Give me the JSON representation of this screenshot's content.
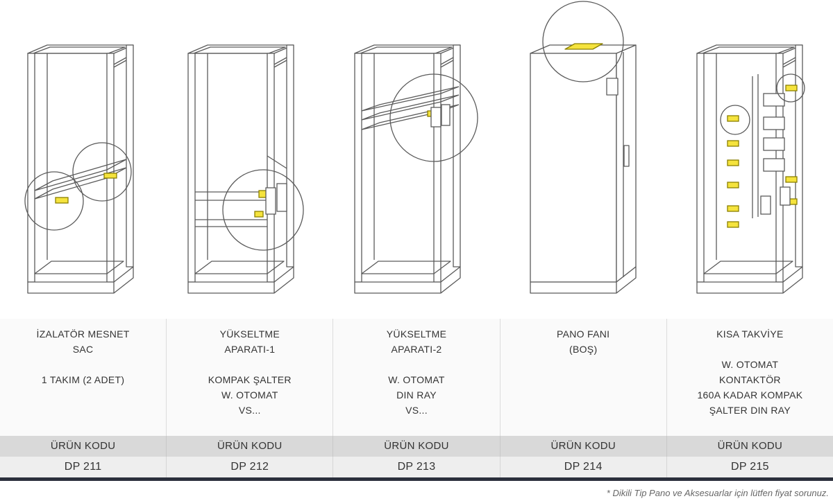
{
  "products": [
    {
      "title": [
        "İZALATÖR MESNET",
        "SAC"
      ],
      "description": [
        "1 TAKIM (2 ADET)"
      ],
      "code_label": "ÜRÜN KODU",
      "code": "DP 211"
    },
    {
      "title": [
        "YÜKSELTME",
        "APARATI-1"
      ],
      "description": [
        "KOMPAK ŞALTER",
        "W. OTOMAT",
        "VS..."
      ],
      "code_label": "ÜRÜN KODU",
      "code": "DP 212"
    },
    {
      "title": [
        "YÜKSELTME",
        "APARATI-2"
      ],
      "description": [
        "W. OTOMAT",
        "DIN RAY",
        "VS..."
      ],
      "code_label": "ÜRÜN KODU",
      "code": "DP 213"
    },
    {
      "title": [
        "PANO FANI",
        "(BOŞ)"
      ],
      "description": [],
      "code_label": "ÜRÜN KODU",
      "code": "DP 214"
    },
    {
      "title": [
        "KISA TAKVİYE"
      ],
      "description": [
        "W. OTOMAT",
        "KONTAKTÖR",
        "160A KADAR KOMPAK",
        "ŞALTER DIN RAY"
      ],
      "code_label": "ÜRÜN KODU",
      "code": "DP 215"
    }
  ],
  "footnote": "* Dikili Tip Pano ve Aksesuarlar için lütfen fiyat sorunuz.",
  "colors": {
    "accent": "#f5e33d",
    "line": "#5a5a5a",
    "label_row": "#d9d9d9",
    "code_row": "#eeeeee",
    "bottom_bar": "#2b2f3c"
  }
}
